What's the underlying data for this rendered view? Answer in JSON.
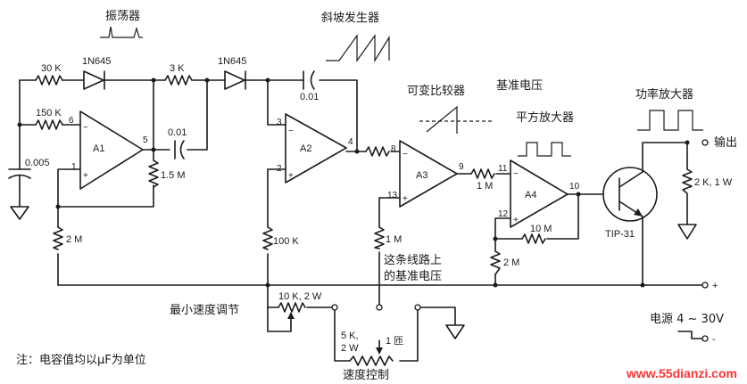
{
  "titles": {
    "oscillator": "振荡器",
    "ramp_generator": "斜坡发生器",
    "variable_comparator": "可变比较器",
    "reference_voltage": "基准电压",
    "square_amplifier": "平方放大器",
    "power_amplifier": "功率放大器",
    "output": "输出",
    "min_speed": "最小速度调节",
    "line_reference": "这条线路上的基准电压",
    "line_reference_1": "这条线路上",
    "line_reference_2": "的基准电压",
    "speed_control": "速度控制",
    "power_supply": "电源 4 ~ 30V",
    "note": "注：电容值均以μF为单位",
    "watermark": "www.55dianzi.com"
  },
  "opamps": [
    "A1",
    "A2",
    "A3",
    "A4"
  ],
  "pins": {
    "a1": [
      "6",
      "1",
      "5"
    ],
    "a2": [
      "3",
      "2",
      "4"
    ],
    "a3": [
      "8",
      "13",
      "9"
    ],
    "a4": [
      "11",
      "12",
      "10"
    ]
  },
  "components": {
    "r_30k": "30 K",
    "d1": "1N645",
    "r_3k": "3 K",
    "d2": "1N645",
    "r_150k": "150 K",
    "c_0005": "0.005",
    "c_001": "0.01",
    "r_15m": "1.5 M",
    "r_2m_left": "2 M",
    "c_ramp": "0.01",
    "r_100k": "100 K",
    "r_1m_ref": "1 M",
    "r_1m_a3": "1 M",
    "r_10m": "10 M",
    "r_2m_right": "2 M",
    "r_2k": "2 K, 1 W",
    "transistor": "TIP-31",
    "pot_10k": "10 K, 2 W",
    "pot_5k": "5 K,",
    "pot_5k_w": "2 W",
    "turns": "1 匝"
  },
  "signs": {
    "plus": "+",
    "minus": "-"
  }
}
